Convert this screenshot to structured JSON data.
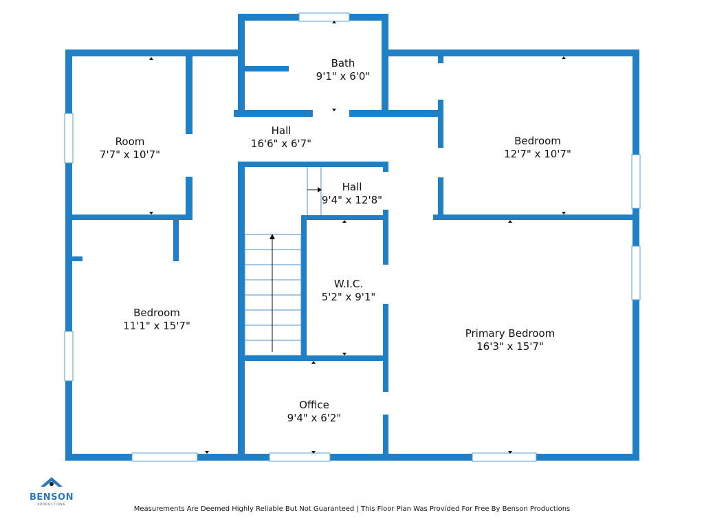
{
  "rooms": [
    {
      "name": "Bath",
      "dims": "9'1\" x 6'0\""
    },
    {
      "name": "Room",
      "dims": "7'7\" x 10'7\""
    },
    {
      "name": "Hall",
      "dims": "16'6\" x 6'7\""
    },
    {
      "name": "Bedroom",
      "dims": "12'7\" x 10'7\""
    },
    {
      "name": "Hall",
      "dims": "9'4\" x 12'8\""
    },
    {
      "name": "W.I.C.",
      "dims": "5'2\" x 9'1\""
    },
    {
      "name": "Bedroom",
      "dims": "11'1\" x 15'7\""
    },
    {
      "name": "Primary Bedroom",
      "dims": "16'3\" x 15'7\""
    },
    {
      "name": "Office",
      "dims": "9'4\" x 6'2\""
    }
  ],
  "logo": {
    "name": "BENSON",
    "sub": "PRODUCTIONS"
  },
  "footer": "Measurements Are Deemed Highly Reliable But Not Guaranteed | This Floor Plan Was Provided For Free By Benson Productions",
  "colors": {
    "wall": "#1f80c6"
  }
}
